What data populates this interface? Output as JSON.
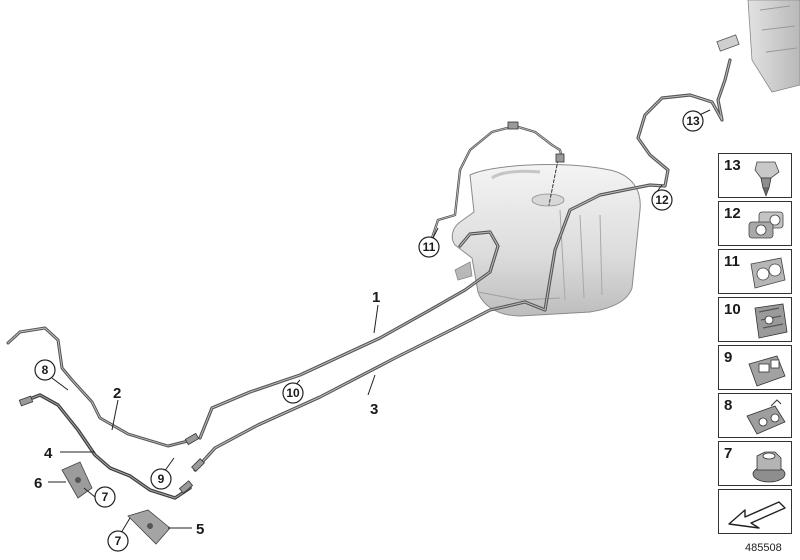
{
  "diagram": {
    "callouts": [
      "1",
      "2",
      "3",
      "4",
      "5",
      "6"
    ],
    "circled_callouts": [
      "7",
      "7",
      "8",
      "9",
      "10",
      "11",
      "12",
      "13"
    ],
    "parts_panel": [
      {
        "number": "13",
        "icon": "clip-13-icon"
      },
      {
        "number": "12",
        "icon": "clip-12-icon"
      },
      {
        "number": "11",
        "icon": "clip-11-icon"
      },
      {
        "number": "10",
        "icon": "clip-10-icon"
      },
      {
        "number": "9",
        "icon": "clip-9-icon"
      },
      {
        "number": "8",
        "icon": "clip-8-icon"
      },
      {
        "number": "7",
        "icon": "nut-icon"
      },
      {
        "number": "",
        "icon": "direction-arrow-icon"
      }
    ],
    "diagram_id": "485508"
  }
}
